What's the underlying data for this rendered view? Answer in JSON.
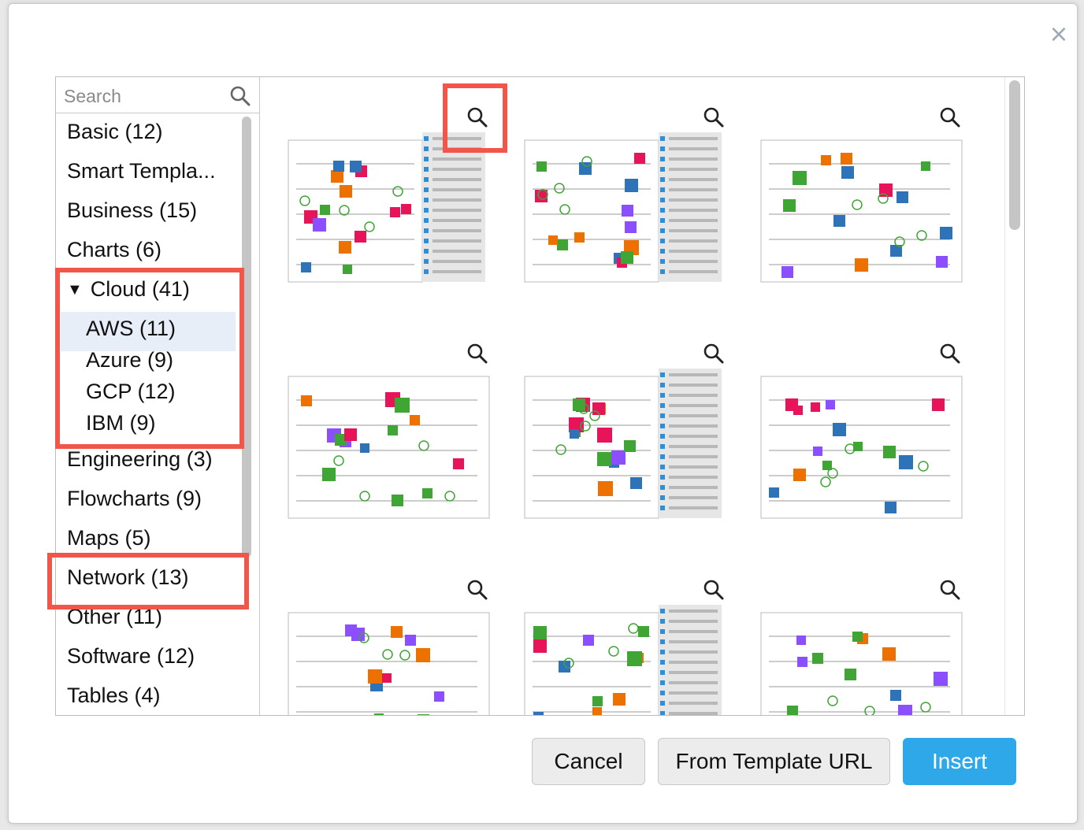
{
  "dialog": {
    "close_label": "×"
  },
  "search": {
    "placeholder": "Search"
  },
  "categories": [
    {
      "label": "Basic (12)"
    },
    {
      "label": "Smart Templa..."
    },
    {
      "label": "Business (15)"
    },
    {
      "label": "Charts (6)"
    },
    {
      "label": "Cloud (41)",
      "expanded": true,
      "selected": true,
      "caret": "▼"
    },
    {
      "label": "AWS (11)"
    },
    {
      "label": "Azure (9)"
    },
    {
      "label": "GCP (12)"
    },
    {
      "label": "IBM (9)"
    },
    {
      "label": "Engineering (3)"
    },
    {
      "label": "Flowcharts (9)"
    },
    {
      "label": "Maps (5)"
    },
    {
      "label": "Network (13)"
    },
    {
      "label": "Other (11)"
    },
    {
      "label": "Software (12)"
    },
    {
      "label": "Tables (4)"
    }
  ],
  "templates": {
    "count": 9,
    "preview_icon": "magnifier-icon"
  },
  "buttons": {
    "cancel": "Cancel",
    "from_url": "From Template URL",
    "insert": "Insert"
  },
  "colors": {
    "accent": "#2ea8e8",
    "highlight": "#f0564a",
    "selection": "#e7eef8",
    "aws_green": "#3fa535",
    "aws_pink": "#e7145a",
    "aws_purple": "#8c4fff",
    "aws_orange": "#ed7100",
    "aws_blue": "#2e73b8"
  }
}
